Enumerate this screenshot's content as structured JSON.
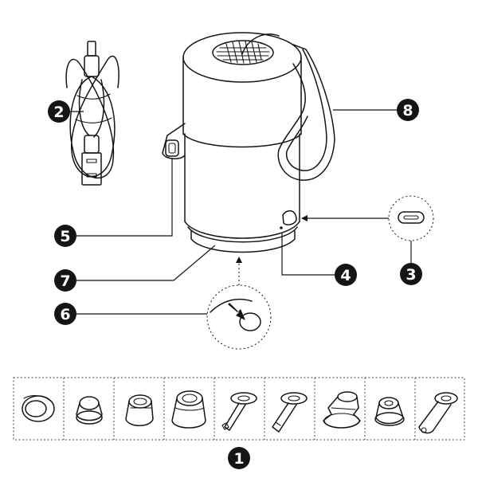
{
  "labels": {
    "accessories": "1",
    "cable": "2",
    "usb_c_port": "3",
    "indicator": "4",
    "strap_lug": "5",
    "button": "6",
    "base": "7",
    "strap": "8"
  },
  "accessory_icons": [
    "ring-adapter-icon",
    "small-nozzle-icon",
    "medium-cup-nozzle-icon",
    "large-cup-nozzle-icon",
    "needle-nozzle-icon",
    "flat-needle-nozzle-icon",
    "bellows-adapter-icon",
    "valve-adapter-icon",
    "tapered-nozzle-icon"
  ],
  "colors": {
    "ink": "#151515",
    "paper": "#ffffff",
    "badge": "#151515"
  }
}
